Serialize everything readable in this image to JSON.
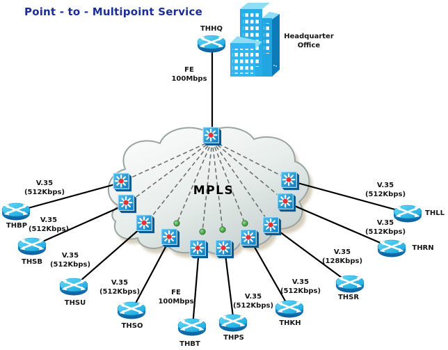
{
  "title": "Point - to - Multipoint Service",
  "cloud_label": "MPLS",
  "headquarters": {
    "router_name": "THHQ",
    "building_label": [
      "Headquarter",
      "Office"
    ],
    "link_label": [
      "FE",
      "100Mbps"
    ]
  },
  "sites": [
    {
      "name": "THBP",
      "link_type": "V.35",
      "link_speed": "(512Kbps)"
    },
    {
      "name": "THSB",
      "link_type": "V.35",
      "link_speed": "(512Kbps)"
    },
    {
      "name": "THSU",
      "link_type": "V.35",
      "link_speed": "(512Kbps)"
    },
    {
      "name": "THSO",
      "link_type": "V.35",
      "link_speed": "(512Kbps)"
    },
    {
      "name": "THBT",
      "link_type": "FE",
      "link_speed": "100Mbps"
    },
    {
      "name": "THPS",
      "link_type": "V.35",
      "link_speed": "(512Kbps)"
    },
    {
      "name": "THKH",
      "link_type": "V.35",
      "link_speed": "(512Kbps)"
    },
    {
      "name": "THSR",
      "link_type": "V.35",
      "link_speed": "(128Kbps)"
    },
    {
      "name": "THRN",
      "link_type": "V.35",
      "link_speed": "(512Kbps)"
    },
    {
      "name": "THLL",
      "link_type": "V.35",
      "link_speed": "(512Kbps)"
    }
  ],
  "colors": {
    "title_navy": "#1b2e96",
    "router_cyan": "#29b4e8",
    "router_side_blue": "#1173b3",
    "switch_blue": "#1488d0",
    "switch_center_red": "#e23434",
    "building_blue": "#28ade8",
    "cloud_fill": "#dfe7e5",
    "cloud_shadow_tan": "#b3a686",
    "endpoint_green": "#1d8a1d",
    "line_black": "#000000",
    "dashed_gray": "#6f6f6f"
  }
}
